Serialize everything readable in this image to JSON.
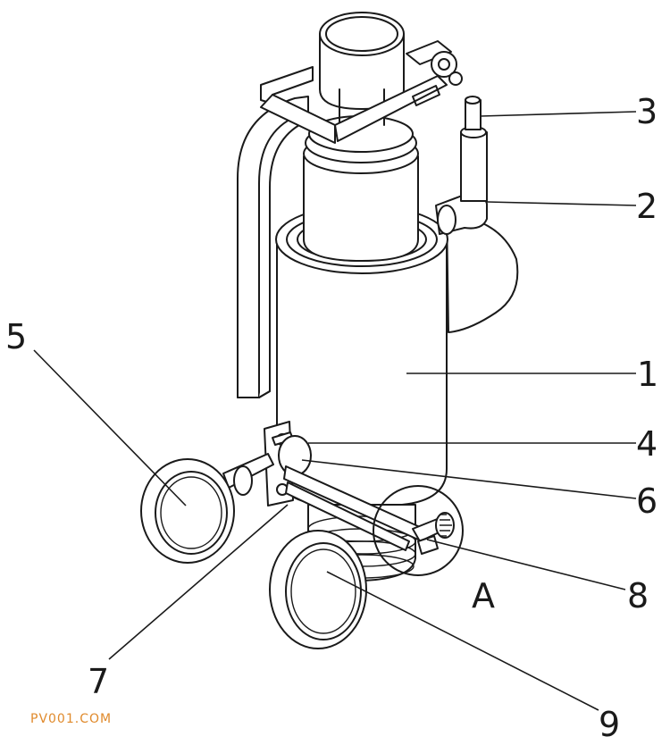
{
  "labels": {
    "l1": "1",
    "l2": "2",
    "l3": "3",
    "l4": "4",
    "l5": "5",
    "l6": "6",
    "l7": "7",
    "l8": "8",
    "l9": "9",
    "detail": "A"
  },
  "watermark": "PV001.COM",
  "colors": {
    "line": "#1a1a1a",
    "watermark": "#e08a2c"
  }
}
